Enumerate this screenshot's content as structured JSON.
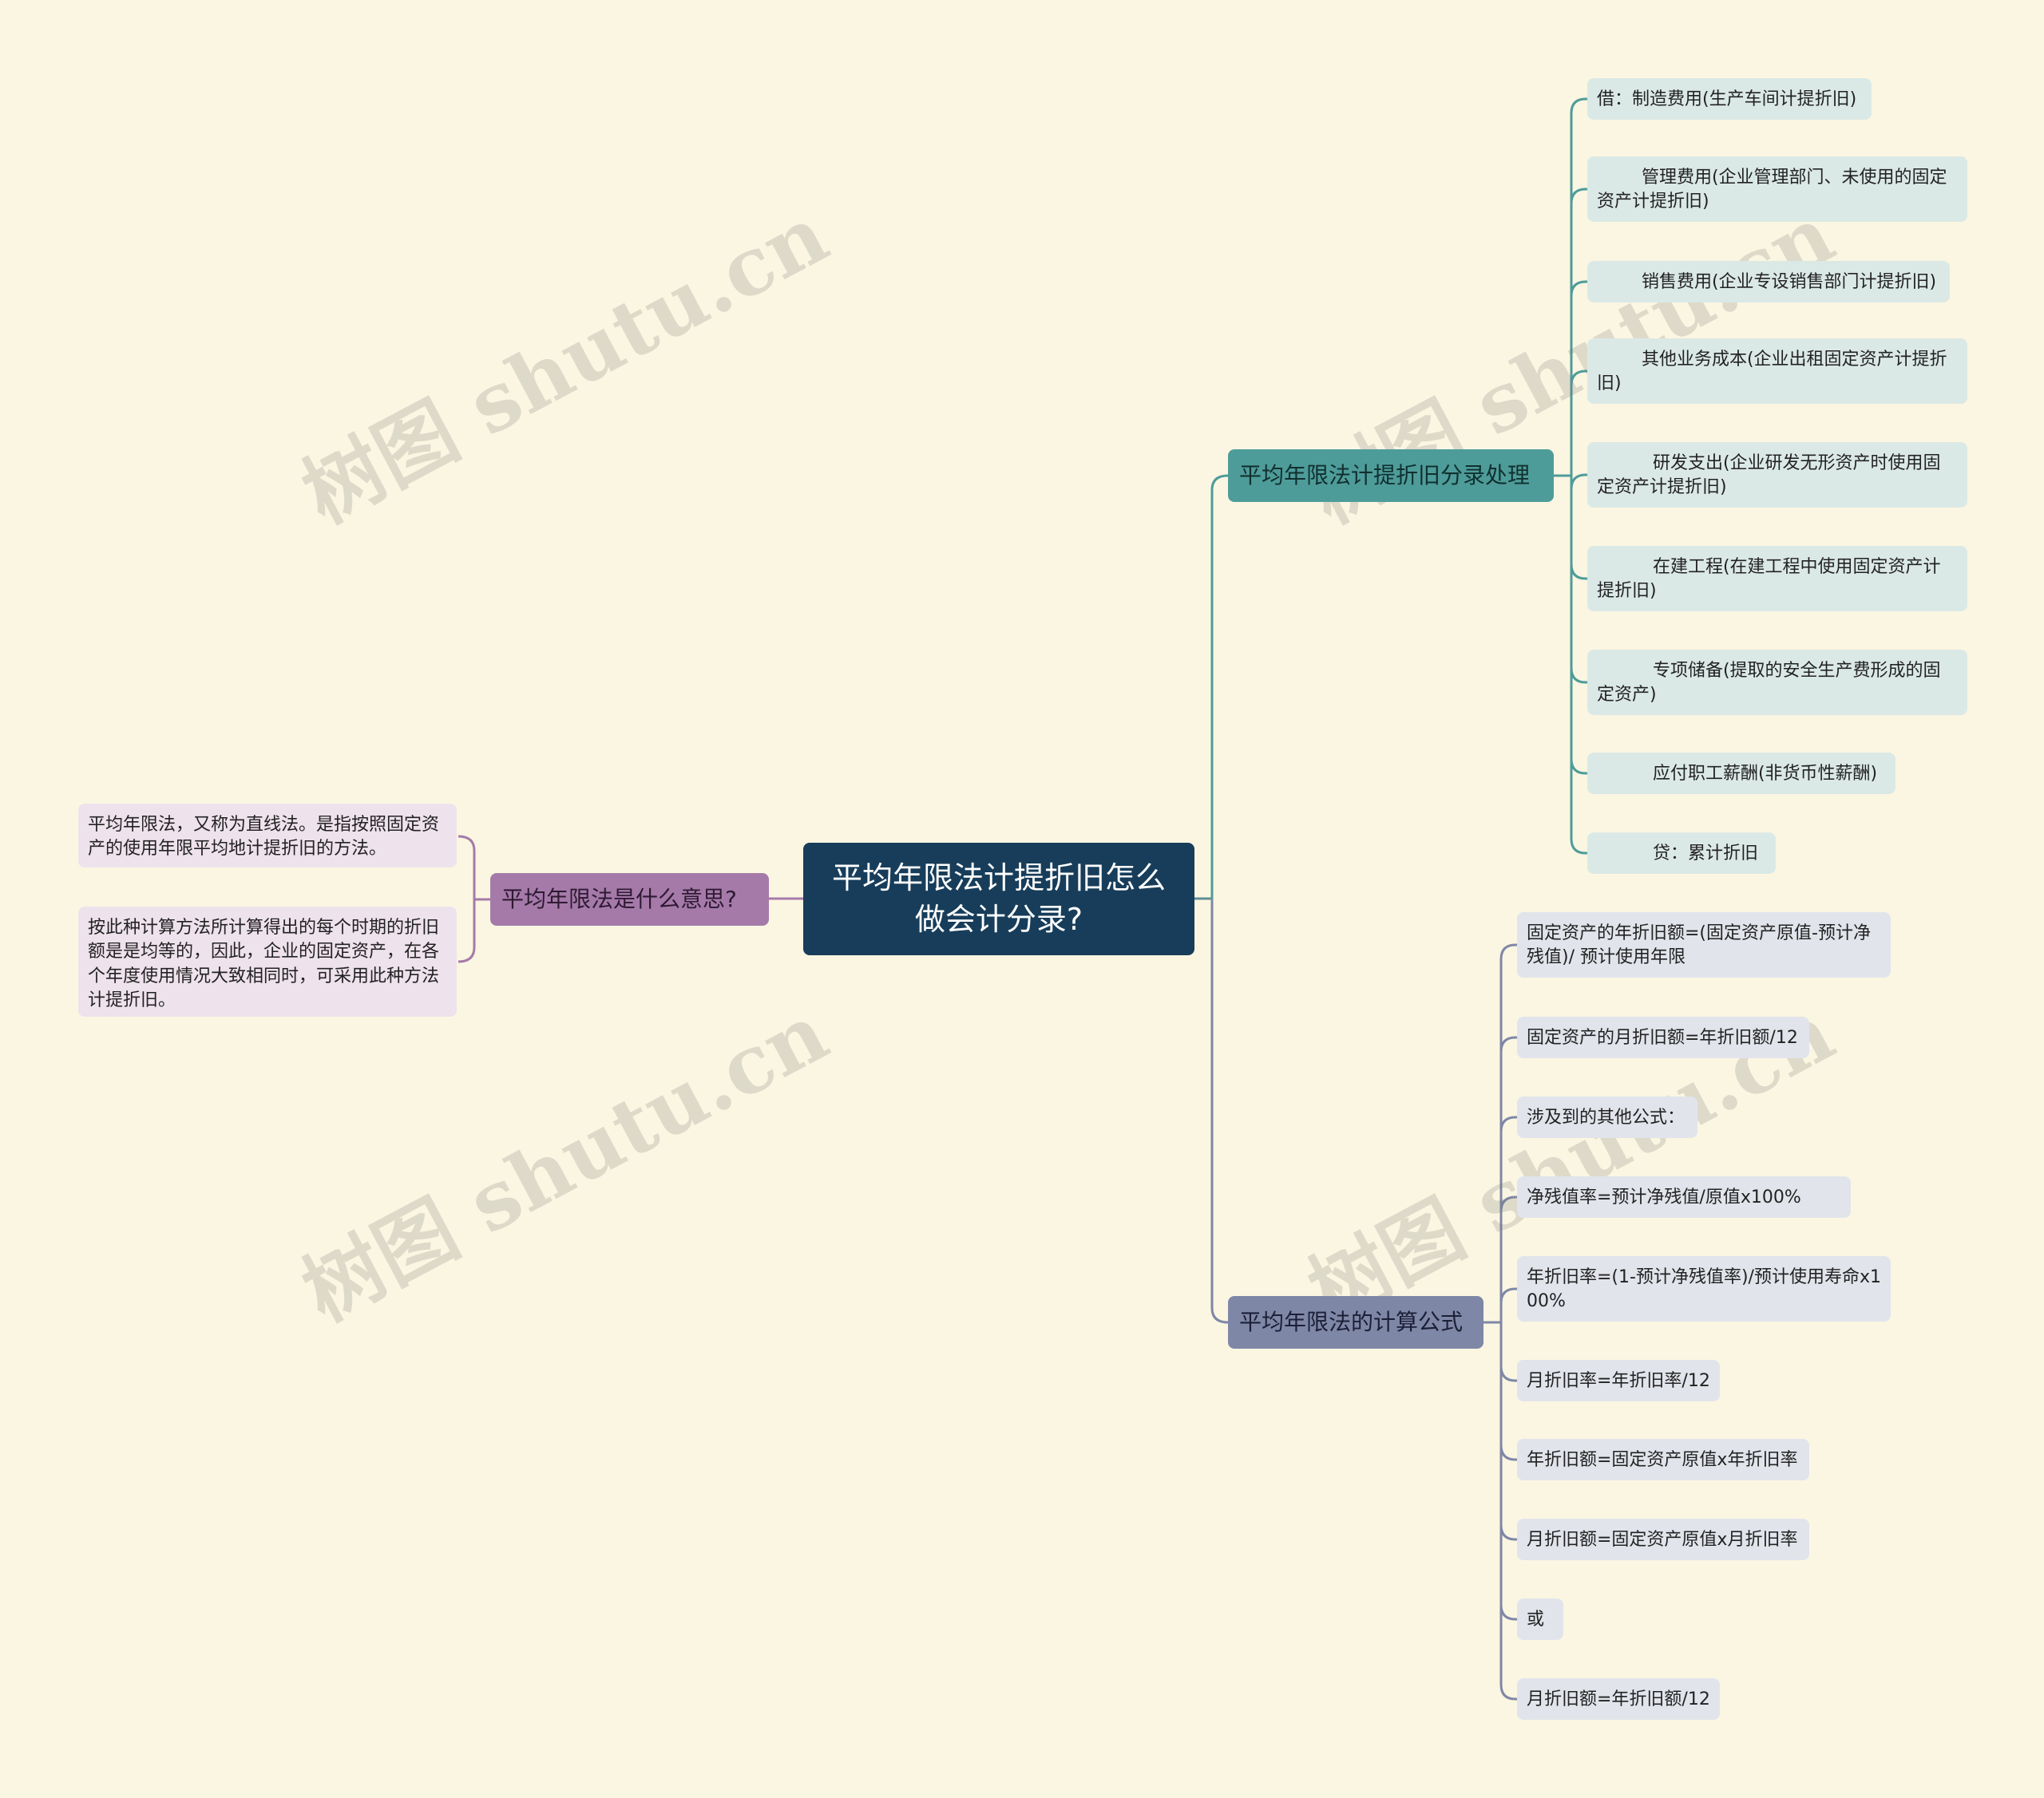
{
  "root": {
    "label": "平均年限法计提折旧怎么\n做会计分录?"
  },
  "branch_left": {
    "label": "平均年限法是什么意思?",
    "items": [
      "平均年限法，又称为直线法。是指按照固定资\n产的使用年限平均地计提折旧的方法。",
      "按此种计算方法所计算得出的每个时期的折旧\n额是是均等的，因此，企业的固定资产，在各\n个年度使用情况大致相同时，可采用此种方法\n计提折旧。"
    ]
  },
  "branch_entries": {
    "label": "平均年限法计提折旧分录处理",
    "items": [
      "借：制造费用(生产车间计提折旧)",
      "        管理费用(企业管理部门、未使用的固定\n资产计提折旧)",
      "        销售费用(企业专设销售部门计提折旧)",
      "        其他业务成本(企业出租固定资产计提折\n旧)",
      "          研发支出(企业研发无形资产时使用固\n定资产计提折旧)",
      "          在建工程(在建工程中使用固定资产计\n提折旧)",
      "          专项储备(提取的安全生产费形成的固\n定资产)",
      "          应付职工薪酬(非货币性薪酬)",
      "          贷：累计折旧"
    ]
  },
  "branch_formulas": {
    "label": "平均年限法的计算公式",
    "items": [
      "固定资产的年折旧额=(固定资产原值-预计净\n残值)/ 预计使用年限",
      "固定资产的月折旧额=年折旧额/12",
      "涉及到的其他公式：",
      "净残值率=预计净残值/原值x100%",
      "年折旧率=(1-预计净残值率)/预计使用寿命x1\n00%",
      "月折旧率=年折旧率/12",
      "年折旧额=固定资产原值x年折旧率",
      "月折旧额=固定资产原值x月折旧率",
      "或",
      "月折旧额=年折旧额/12"
    ]
  },
  "watermark": "树图 shutu.cn",
  "colors": {
    "background": "#fbf6e2",
    "root": "#173d5a",
    "branch_left": "#a57aa9",
    "branch_entries": "#4e9c9a",
    "branch_formulas": "#7f87a6"
  }
}
